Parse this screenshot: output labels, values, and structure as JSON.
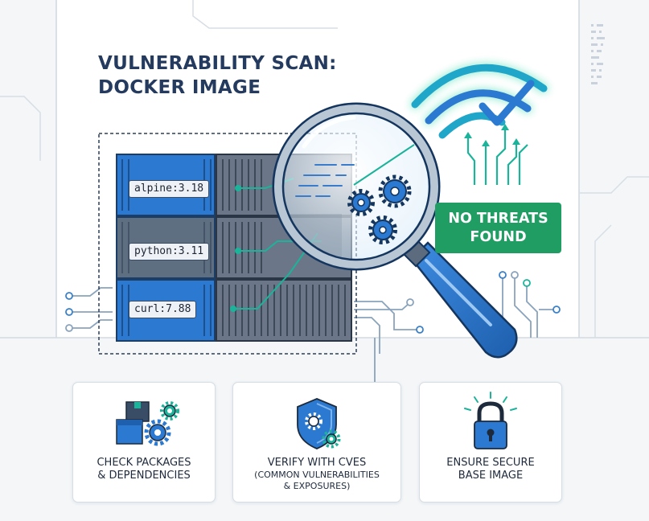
{
  "title": {
    "line1": "VULNERABILITY SCAN:",
    "line2": "DOCKER IMAGE"
  },
  "containers": [
    {
      "label": "alpine:3.18"
    },
    {
      "label": "python:3.11"
    },
    {
      "label": "curl:7.88"
    }
  ],
  "status_badge": {
    "line1": "NO THREATS",
    "line2": "FOUND",
    "color": "#1f9d63"
  },
  "cards": [
    {
      "icon": "packages-gears-icon",
      "line1": "CHECK PACKAGES",
      "line2": "& DEPENDENCIES"
    },
    {
      "icon": "shield-gear-icon",
      "line1": "VERIFY WITH CVES",
      "line2": "(COMMON VULNERABILITIES",
      "line3": "& EXPOSURES)"
    },
    {
      "icon": "padlock-icon",
      "line1": "ENSURE SECURE",
      "line2": "BASE IMAGE"
    }
  ],
  "colors": {
    "navy": "#243a5e",
    "accent_blue": "#2b79d0",
    "teal": "#1bb39a",
    "green": "#1f9d63",
    "panel_bg": "#ffffff"
  }
}
